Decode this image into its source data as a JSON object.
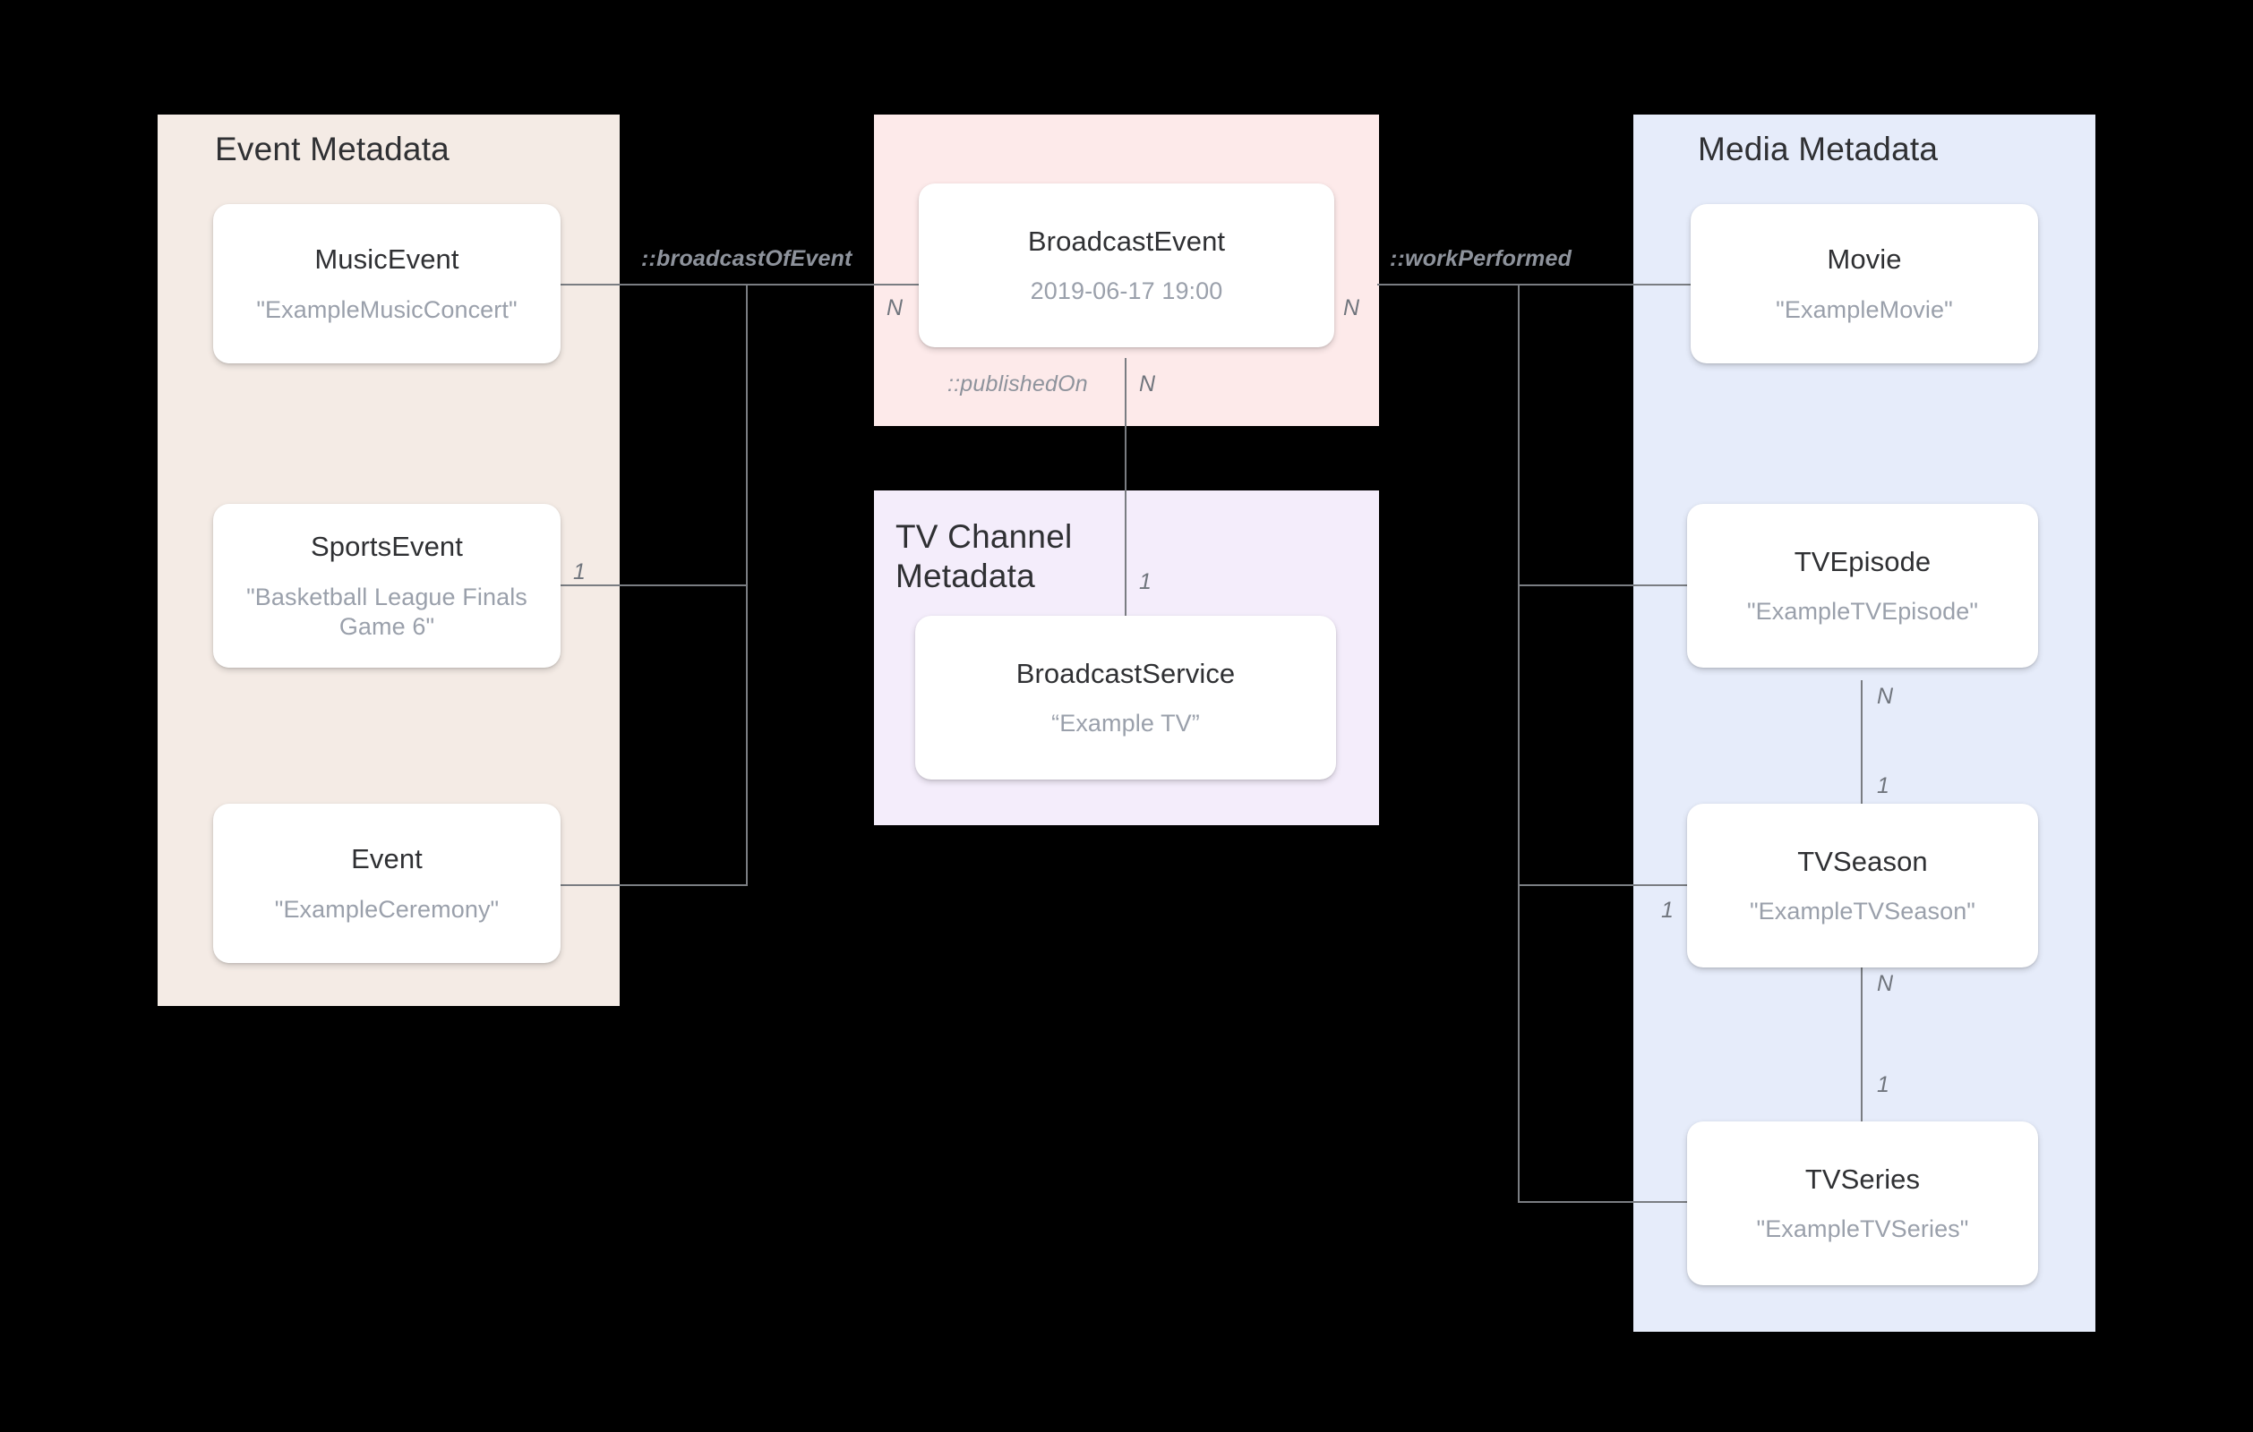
{
  "diagram": {
    "background": "#000000",
    "groups": [
      {
        "id": "event",
        "title": "Event Metadata",
        "color": "#f4ebe5"
      },
      {
        "id": "broadcast",
        "title": "",
        "color": "#fdeaea"
      },
      {
        "id": "tvchannel",
        "title": "TV Channel\nMetadata",
        "color": "#f4edfb"
      },
      {
        "id": "media",
        "title": "Media Metadata",
        "color": "#e6ecfa"
      }
    ],
    "nodes": [
      {
        "id": "musicevent",
        "title": "MusicEvent",
        "sub": "\"ExampleMusicConcert\""
      },
      {
        "id": "sportsevent",
        "title": "SportsEvent",
        "sub": "\"Basketball League Finals Game 6\""
      },
      {
        "id": "event",
        "title": "Event",
        "sub": "\"ExampleCeremony\""
      },
      {
        "id": "broadcastevent",
        "title": "BroadcastEvent",
        "sub": "2019-06-17 19:00"
      },
      {
        "id": "broadcastservice",
        "title": "BroadcastService",
        "sub": "“Example TV”"
      },
      {
        "id": "movie",
        "title": "Movie",
        "sub": "\"ExampleMovie\""
      },
      {
        "id": "tvepisode",
        "title": "TVEpisode",
        "sub": "\"ExampleTVEpisode\""
      },
      {
        "id": "tvseason",
        "title": "TVSeason",
        "sub": "\"ExampleTVSeason\""
      },
      {
        "id": "tvseries",
        "title": "TVSeries",
        "sub": "\"ExampleTVSeries\""
      }
    ],
    "edge_labels": [
      {
        "id": "broadcastOfEvent",
        "text": "::broadcastOfEvent"
      },
      {
        "id": "publishedOn",
        "text": "::publishedOn"
      },
      {
        "id": "workPerformed",
        "text": "::workPerformed"
      }
    ],
    "multiplicities": [
      {
        "id": "sportsevent-to-bus",
        "text": "1"
      },
      {
        "id": "broadcastevent-left",
        "text": "N"
      },
      {
        "id": "broadcastevent-right",
        "text": "N"
      },
      {
        "id": "broadcastevent-publishedon",
        "text": "N"
      },
      {
        "id": "broadcastservice-publishedon",
        "text": "1"
      },
      {
        "id": "tvepisode-to-tvseason-n",
        "text": "N"
      },
      {
        "id": "tvepisode-to-tvseason-1",
        "text": "1"
      },
      {
        "id": "tvseason-left",
        "text": "1"
      },
      {
        "id": "tvseason-to-tvseries-n",
        "text": "N"
      },
      {
        "id": "tvseason-to-tvseries-1",
        "text": "1"
      }
    ],
    "line_color": "#7a7d82"
  }
}
